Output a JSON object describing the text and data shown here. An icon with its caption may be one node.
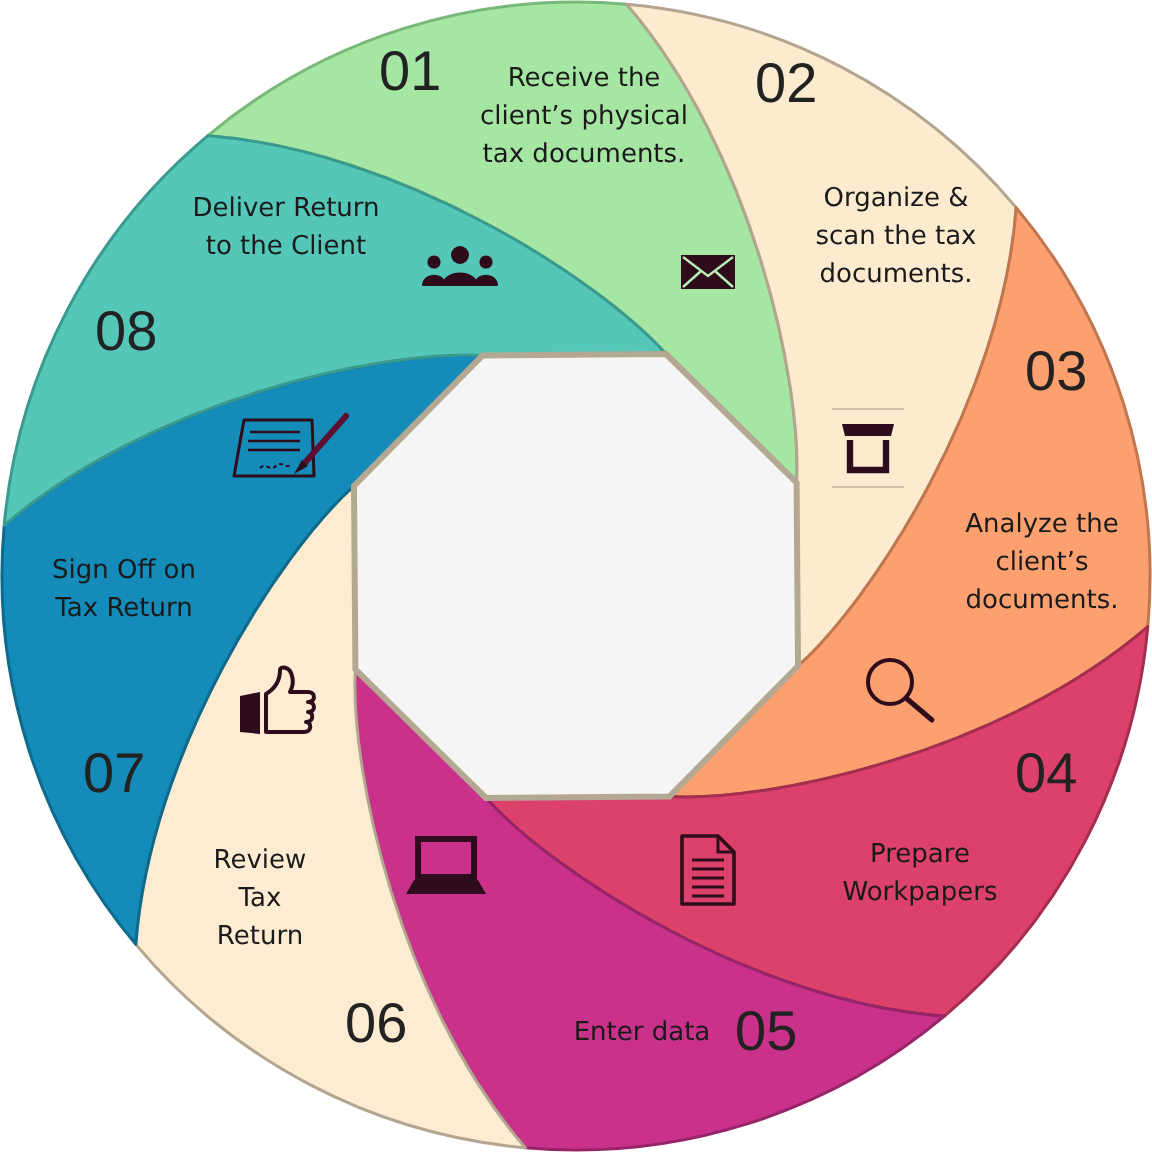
{
  "diagram": {
    "nodes": [
      {
        "text": [
          "01",
          "Receive the client’s physical tax documents."
        ]
      },
      {
        "text": [
          "02",
          "Organize & scan the tax documents."
        ]
      },
      {
        "text": [
          "03",
          "Analyze the client’s documents."
        ]
      },
      {
        "text": [
          "04",
          "Prepare Workpapers"
        ]
      },
      {
        "text": [
          "Enter data",
          "05"
        ]
      },
      {
        "text": [
          "Review Tax Return",
          "06"
        ]
      },
      {
        "text": [
          "Sign Off on Tax Return",
          "07"
        ]
      },
      {
        "text": [
          "Deliver Return to the Client",
          "08"
        ]
      }
    ]
  }
}
